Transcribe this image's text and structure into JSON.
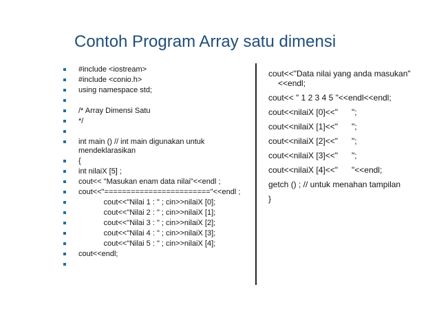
{
  "slide": {
    "title": "Contoh Program Array satu dimensi",
    "accent_color": "#1f6f9f",
    "title_color": "#1f4e79"
  },
  "left_lines": [
    "#include <iostream>",
    "#include <conio.h>",
    "using namespace std;",
    "",
    "/* Array Dimensi Satu",
    "*/",
    "",
    "int main ()  //  int main digunakan untuk mendeklarasikan",
    "{",
    "int nilaiX [5] ;",
    "cout<< \"Masukan enam data nilai\"<<endl ;",
    "cout<<\"========================\"<<endl ;",
    "            cout<<\"Nilai 1 : \" ; cin>>nilaiX [0];",
    "            cout<<\"Nilai 2 : \" ; cin>>nilaiX [1];",
    "            cout<<\"Nilai 3 : \" ; cin>>nilaiX [2];",
    "            cout<<\"Nilai 4 : \" ; cin>>nilaiX [3];",
    "            cout<<\"Nilai 5 : \" ; cin>>nilaiX [4];",
    "cout<<endl;",
    ""
  ],
  "right_lines": [
    {
      "text": "cout<<\"Data nilai yang anda masukan\"",
      "cont": "<<endl;"
    },
    {
      "text": "cout<< \" 1 2 3 4 5 \"<<endl<<endl;",
      "cont": ""
    },
    {
      "text": "cout<<nilaiX [0]<<\"      \";",
      "cont": ""
    },
    {
      "text": "cout<<nilaiX [1]<<\"      \";",
      "cont": ""
    },
    {
      "text": "cout<<nilaiX [2]<<\"      \";",
      "cont": ""
    },
    {
      "text": "cout<<nilaiX [3]<<\"      \";",
      "cont": ""
    },
    {
      "text": "cout<<nilaiX [4]<<\"      \"<<endl;",
      "cont": ""
    },
    {
      "text": "getch () ; // untuk menahan tampilan",
      "cont": ""
    },
    {
      "text": "}",
      "cont": ""
    }
  ]
}
